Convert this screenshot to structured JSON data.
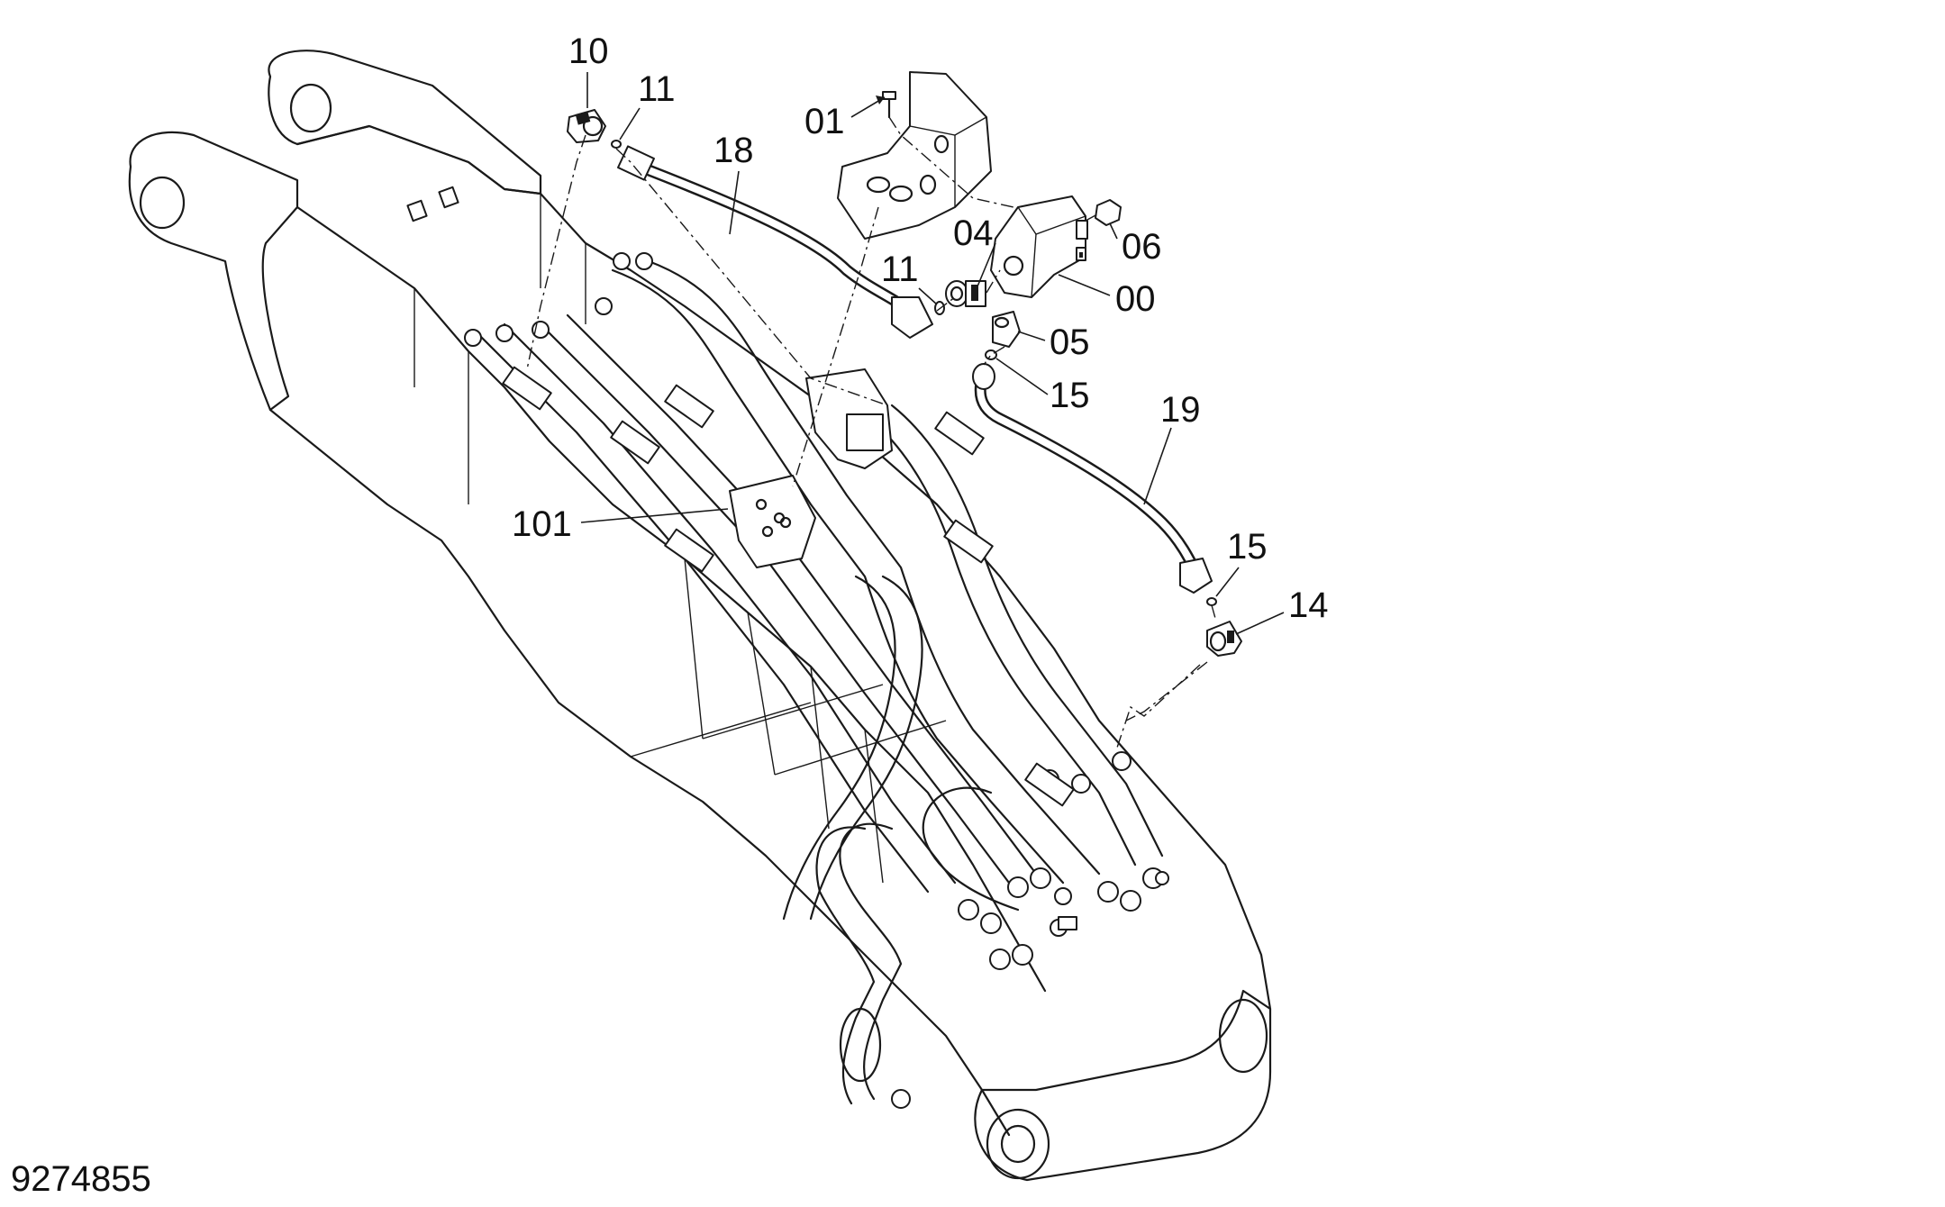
{
  "drawing_number": "9274855",
  "callouts": [
    {
      "id": "c10",
      "text": "10"
    },
    {
      "id": "c11a",
      "text": "11"
    },
    {
      "id": "c18",
      "text": "18"
    },
    {
      "id": "c01",
      "text": "01"
    },
    {
      "id": "c04",
      "text": "04"
    },
    {
      "id": "c06",
      "text": "06"
    },
    {
      "id": "c11b",
      "text": "11"
    },
    {
      "id": "c00",
      "text": "00"
    },
    {
      "id": "c05",
      "text": "05"
    },
    {
      "id": "c15a",
      "text": "15"
    },
    {
      "id": "c19",
      "text": "19"
    },
    {
      "id": "c101",
      "text": "101"
    },
    {
      "id": "c15b",
      "text": "15"
    },
    {
      "id": "c14",
      "text": "14"
    }
  ]
}
